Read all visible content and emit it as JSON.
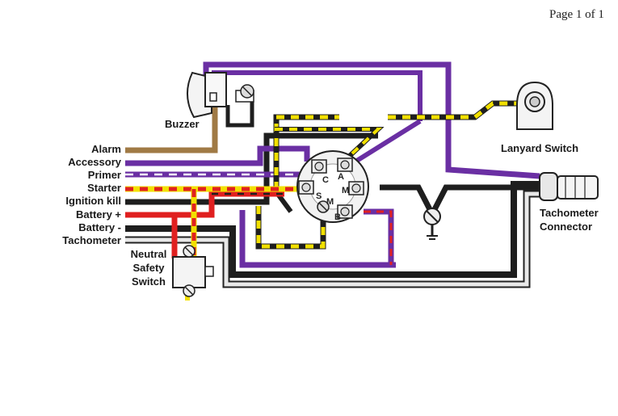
{
  "page_label": "Page 1 of 1",
  "labels": {
    "buzzer": "Buzzer",
    "alarm": "Alarm",
    "accessory": "Accessory",
    "primer": "Primer",
    "starter": "Starter",
    "ignition_kill": "Ignition kill",
    "battery_plus": "Battery +",
    "battery_minus": "Battery -",
    "tachometer": "Tachometer",
    "neutral_safety_line1": "Neutral",
    "neutral_safety_line2": "Safety",
    "neutral_safety_line3": "Switch",
    "lanyard_switch": "Lanyard Switch",
    "tach_connector_line1": "Tachometer",
    "tach_connector_line2": "Connector"
  },
  "switch_terminals": {
    "a": "A",
    "c": "C",
    "s": "S",
    "m_right": "M",
    "m_bottom": "M",
    "b": "B"
  },
  "colors": {
    "purple": "#6a2fa3",
    "black": "#1e1e1e",
    "yellow": "#f2e000",
    "red": "#e02020",
    "tan": "#a07a45",
    "gray": "#9a9a9a"
  }
}
